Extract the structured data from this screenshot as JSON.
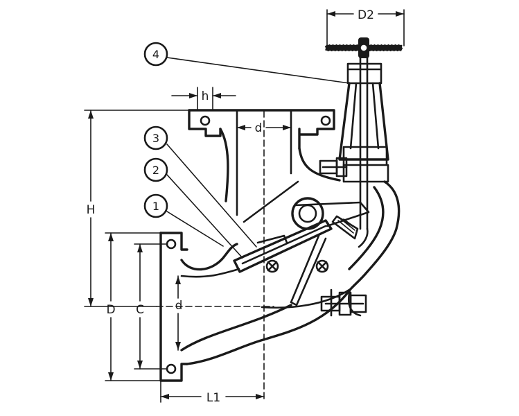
{
  "dimensions": {
    "D2": "D2",
    "h": "h",
    "d_top": "d",
    "H": "H",
    "D": "D",
    "C": "C",
    "d_side": "d",
    "L1": "L1"
  },
  "callouts": [
    "4",
    "3",
    "2",
    "1"
  ],
  "colors": {
    "ink": "#1a1a1a",
    "background": "#ffffff"
  }
}
